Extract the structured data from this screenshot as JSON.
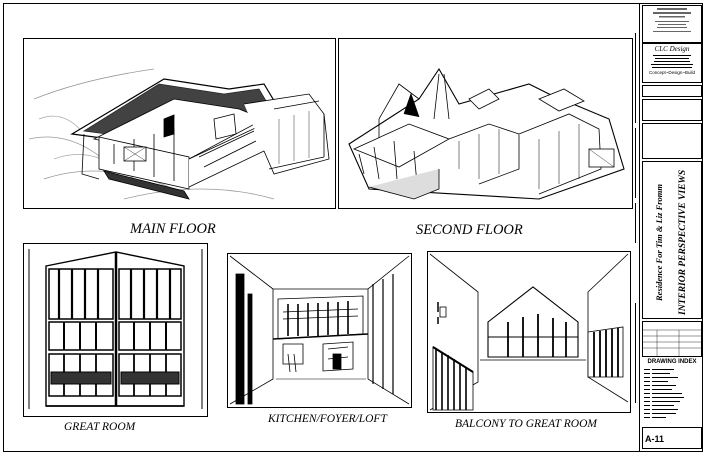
{
  "views": {
    "main_floor": "MAIN FLOOR",
    "second_floor": "SECOND FLOOR",
    "great_room": "GREAT ROOM",
    "kitchen": "KITCHEN/FOYER/LOFT",
    "balcony": "BALCONY TO GREAT ROOM"
  },
  "title_block": {
    "company": "CLC Design",
    "company_tagline": "Concept~Design~Build",
    "project": "Residence For Tim & Liz Fromm",
    "sheet_title": "INTERIOR PERSPECTIVE VIEWS",
    "drawing_index_title": "DRAWING INDEX",
    "sheet_number": "A-11"
  }
}
